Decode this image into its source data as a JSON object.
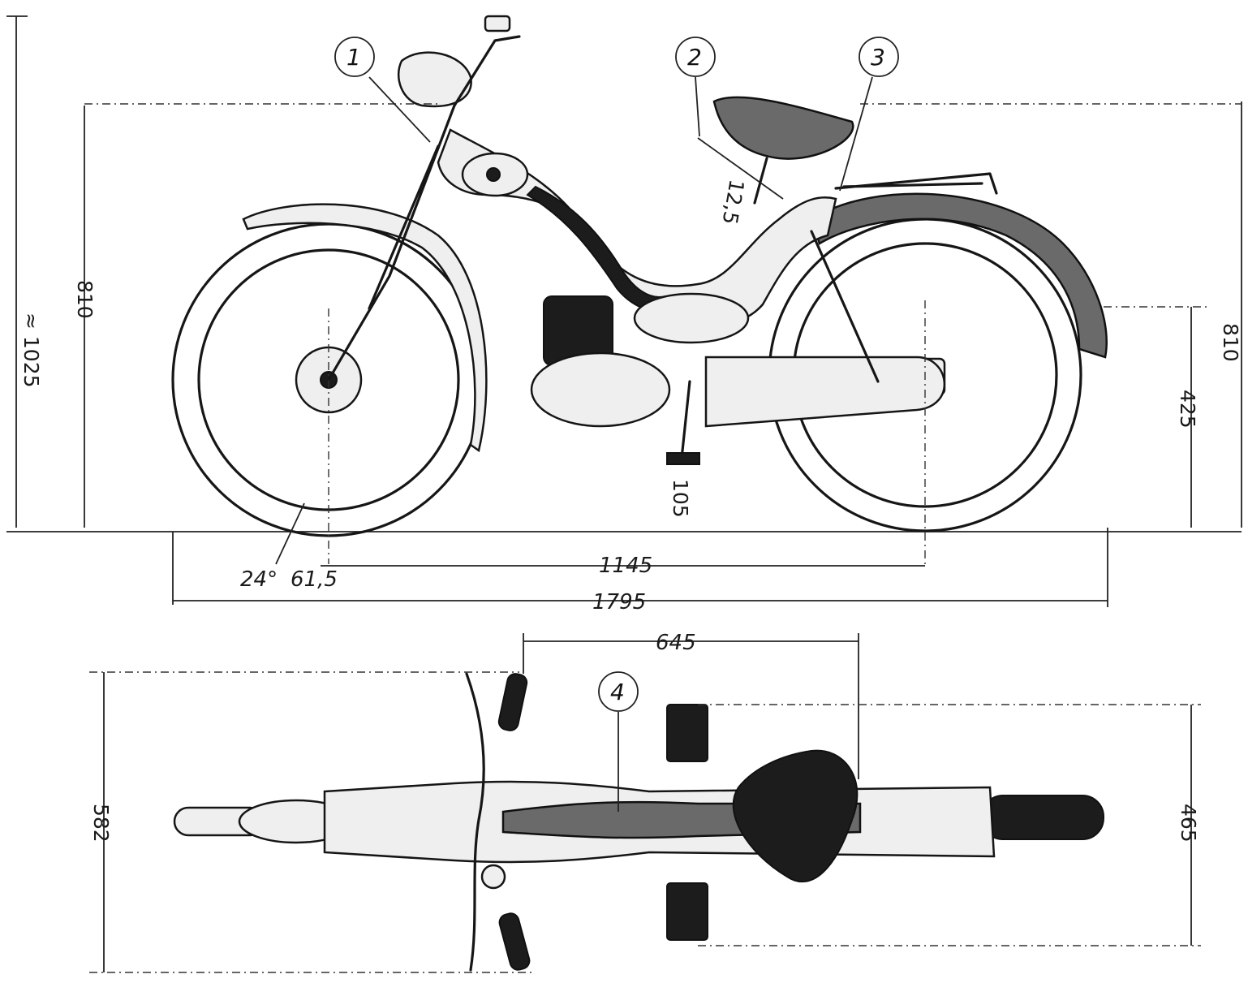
{
  "callouts": [
    "1",
    "2",
    "3",
    "4"
  ],
  "side_view": {
    "overall_height": "≈ 1025",
    "front_height": "810",
    "rear_height": "810",
    "rear_axle_height": "425",
    "ground_clearance": "105",
    "seat_angle": "12,5",
    "fork_angle": "24°",
    "trail": "61,5",
    "wheelbase": "1145",
    "overall_length": "1795"
  },
  "top_view": {
    "seat_to_bar": "645",
    "overall_width": "582",
    "pedal_width": "465"
  }
}
